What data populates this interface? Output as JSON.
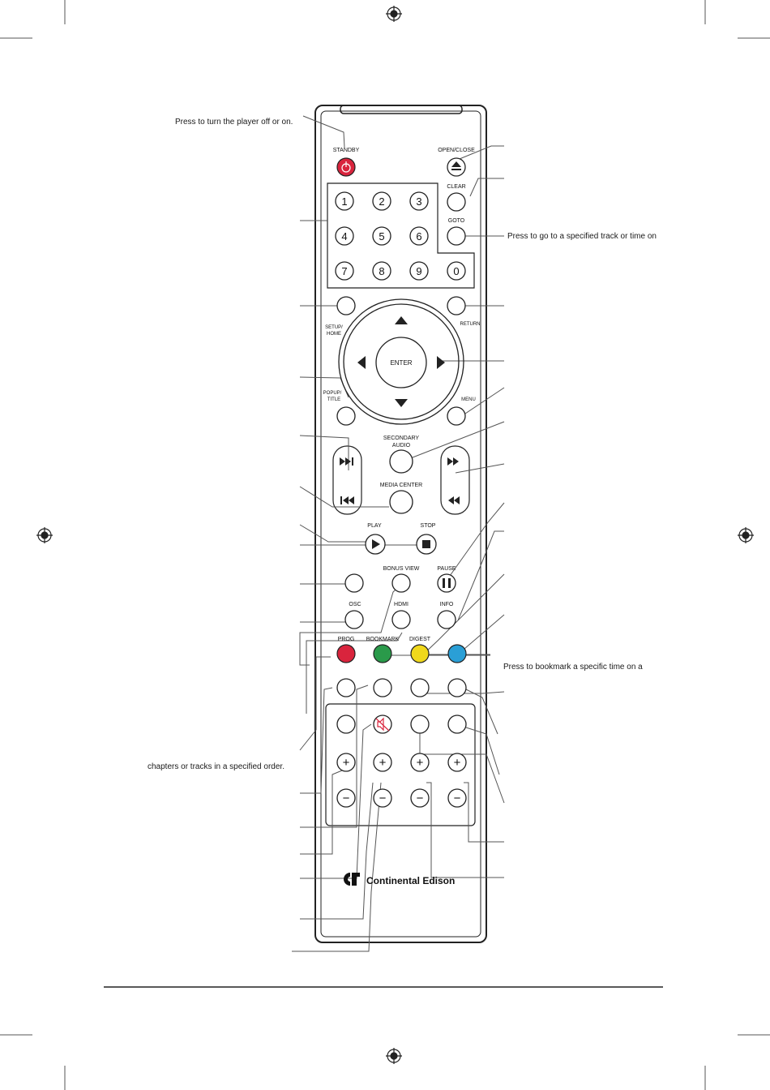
{
  "annotations": {
    "standby": "Press to turn the player off or on.",
    "goto": "Press to go to a specified track or time on",
    "bookmark": "Press to bookmark a specific time on a",
    "prog": "chapters or tracks in a specified order."
  },
  "remote": {
    "buttons": {
      "standby": "STANDBY",
      "open_close": "OPEN/CLOSE",
      "clear": "CLEAR",
      "goto": "GOTO",
      "setup_home": [
        "SETUP/",
        "HOME"
      ],
      "return": "RETURN",
      "enter": "ENTER",
      "popup_title": [
        "POPUP/",
        "TITLE"
      ],
      "menu": "MENU",
      "secondary_audio": [
        "SECONDARY",
        "AUDIO"
      ],
      "media_center": "MEDIA CENTER",
      "play": "PLAY",
      "stop": "STOP",
      "bonus_view": "BONUS VIEW",
      "pause": "PAUSE",
      "osc": "OSC",
      "hdmi": "HDMI",
      "info": "INFO",
      "prog": "PROG",
      "bookmark": "BOOKMARK",
      "digest": "DIGEST"
    },
    "digits": [
      "1",
      "2",
      "3",
      "4",
      "5",
      "6",
      "7",
      "8",
      "9",
      "0"
    ],
    "plus": "+",
    "minus": "−",
    "brand": "Continental Edison"
  },
  "colors": {
    "standby_red": "#d9243d",
    "prog_red": "#d9243d",
    "bookmark_green": "#2a9a4a",
    "digest_yellow": "#f0d81c",
    "blue": "#2a9fd6",
    "outline": "#222222"
  }
}
